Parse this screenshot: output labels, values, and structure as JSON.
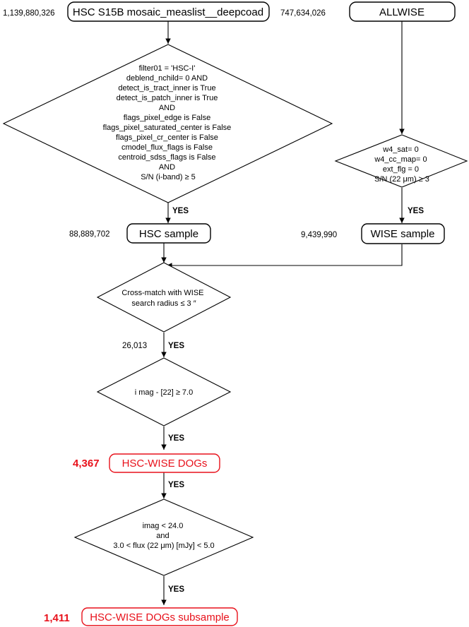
{
  "hsc_source": {
    "count": "1,139,880,326",
    "label": "HSC S15B mosaic_measlist__deepcoad"
  },
  "wise_source": {
    "count": "747,634,026",
    "label": "ALLWISE"
  },
  "hsc_cuts": [
    "filter01 = 'HSC-I'",
    "deblend_nchild= 0 AND",
    "detect_is_tract_inner is True",
    "detect_is_patch_inner is True",
    "AND",
    "flags_pixel_edge  is False",
    "flags_pixel_saturated_center is False",
    "flags_pixel_cr_center is False",
    "cmodel_flux_flags  is False",
    "centroid_sdss_flags is False",
    "AND",
    "S/N (i-band) ≥ 5"
  ],
  "wise_cuts": [
    "w4_sat= 0",
    "w4_cc_map= 0",
    "ext_flg = 0",
    "S/N (22 μm) ≥ 3"
  ],
  "yes_label": "YES",
  "hsc_sample": {
    "count": "88,889,702",
    "label": "HSC sample"
  },
  "wise_sample": {
    "count": "9,439,990",
    "label": "WISE sample"
  },
  "crossmatch": {
    "lines": [
      "Cross-match with WISE",
      "search radius ≤ 3 ″"
    ],
    "count": "26,013"
  },
  "color_cut": {
    "lines": [
      "i mag - [22] ≥ 7.0"
    ]
  },
  "dogs": {
    "count": "4,367",
    "label": "HSC-WISE DOGs"
  },
  "subsample_cut": {
    "lines": [
      "imag < 24.0",
      "and",
      "3.0 < flux (22 μm) [mJy] < 5.0"
    ]
  },
  "subsample": {
    "count": "1,411",
    "label": "HSC-WISE DOGs subsample"
  },
  "colors": {
    "highlight": "#e8111b",
    "line": "#000000"
  }
}
